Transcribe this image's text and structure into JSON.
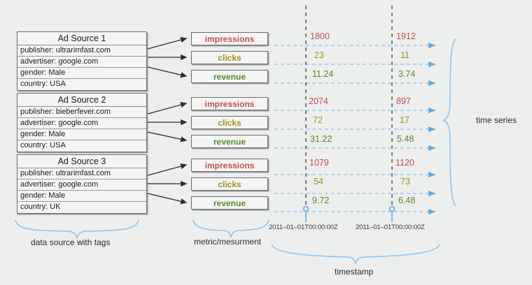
{
  "diagram": {
    "title_concept": "time series data model",
    "colors": {
      "background": "#eceded",
      "impressions": "#c0504d",
      "clicks": "#a39120",
      "revenue": "#558b2f",
      "accent_blue": "#7ab8e6",
      "box_border": "#6b6b6b"
    }
  },
  "sources": [
    {
      "title": "Ad Source 1",
      "tags": [
        "publisher: ultrarimfast.com",
        "advertiser: google.com",
        "gender: Male",
        "country: USA"
      ]
    },
    {
      "title": "Ad Source 2",
      "tags": [
        "publisher: bieberfever.com",
        "advertiser: google.com",
        "gender: Male",
        "country: USA"
      ]
    },
    {
      "title": "Ad Source 3",
      "tags": [
        "publisher: ultrarimfast.com",
        "advertiser: google.com",
        "gender: Male",
        "country: UK"
      ]
    }
  ],
  "metrics": [
    {
      "name": "impressions",
      "key": "impressions"
    },
    {
      "name": "clicks",
      "key": "clicks"
    },
    {
      "name": "revenue",
      "key": "revenue"
    }
  ],
  "timestamps": [
    "2011–01–01T00:00:00Z",
    "2011–01–01T00:00:00Z"
  ],
  "series": [
    {
      "source": "Ad Source 1",
      "rows": [
        {
          "metric": "impressions",
          "values": [
            "1800",
            "1912"
          ]
        },
        {
          "metric": "clicks",
          "values": [
            "23",
            "11"
          ]
        },
        {
          "metric": "revenue",
          "values": [
            "11.24",
            "3.74"
          ]
        }
      ]
    },
    {
      "source": "Ad Source 2",
      "rows": [
        {
          "metric": "impressions",
          "values": [
            "2074",
            "897"
          ]
        },
        {
          "metric": "clicks",
          "values": [
            "72",
            "17"
          ]
        },
        {
          "metric": "revenue",
          "values": [
            "31.22",
            "5.48"
          ]
        }
      ]
    },
    {
      "source": "Ad Source 3",
      "rows": [
        {
          "metric": "impressions",
          "values": [
            "1079",
            "1120"
          ]
        },
        {
          "metric": "clicks",
          "values": [
            "54",
            "73"
          ]
        },
        {
          "metric": "revenue",
          "values": [
            "9.72",
            "6.48"
          ]
        }
      ]
    }
  ],
  "captions": {
    "data_source": "data source with tags",
    "metric": "metric/mesurment",
    "time_series": "time series",
    "timestamp": "timestamp"
  }
}
